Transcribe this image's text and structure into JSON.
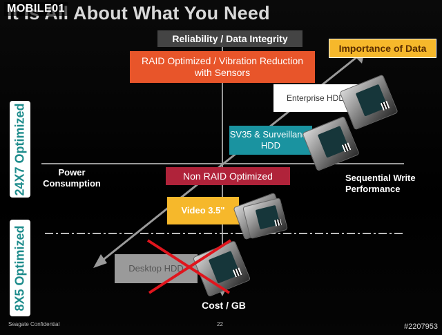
{
  "watermark": "MOBILE01",
  "title": "It Is All About What You Need",
  "top_label": "Reliability / Data Integrity",
  "importance_label": "Importance of Data",
  "raid_optimized": "RAID Optimized / Vibration Reduction with Sensors",
  "enterprise": "Enterprise HDD",
  "sv35": "SV35 & Surveillance HDD",
  "non_raid": "Non RAID Optimized",
  "video": "Video 3.5\"",
  "desktop": "Desktop HDD",
  "side_24x7": "24X7 Optimized",
  "side_8x5": "8X5 Optimized",
  "axis_left": "Power Consumption",
  "axis_right": "Sequential Write Performance",
  "axis_bottom": "Cost / GB",
  "footer_left": "Seagate Confidential",
  "footer_page": "22",
  "image_id": "#2207953",
  "colors": {
    "orange": "#e8552a",
    "yellow": "#f6b82b",
    "teal": "#1a93a0",
    "dark_red": "#b0233a",
    "gray": "#9a9a9a",
    "green_text": "#1e8c8c",
    "cross": "#e0151d"
  }
}
